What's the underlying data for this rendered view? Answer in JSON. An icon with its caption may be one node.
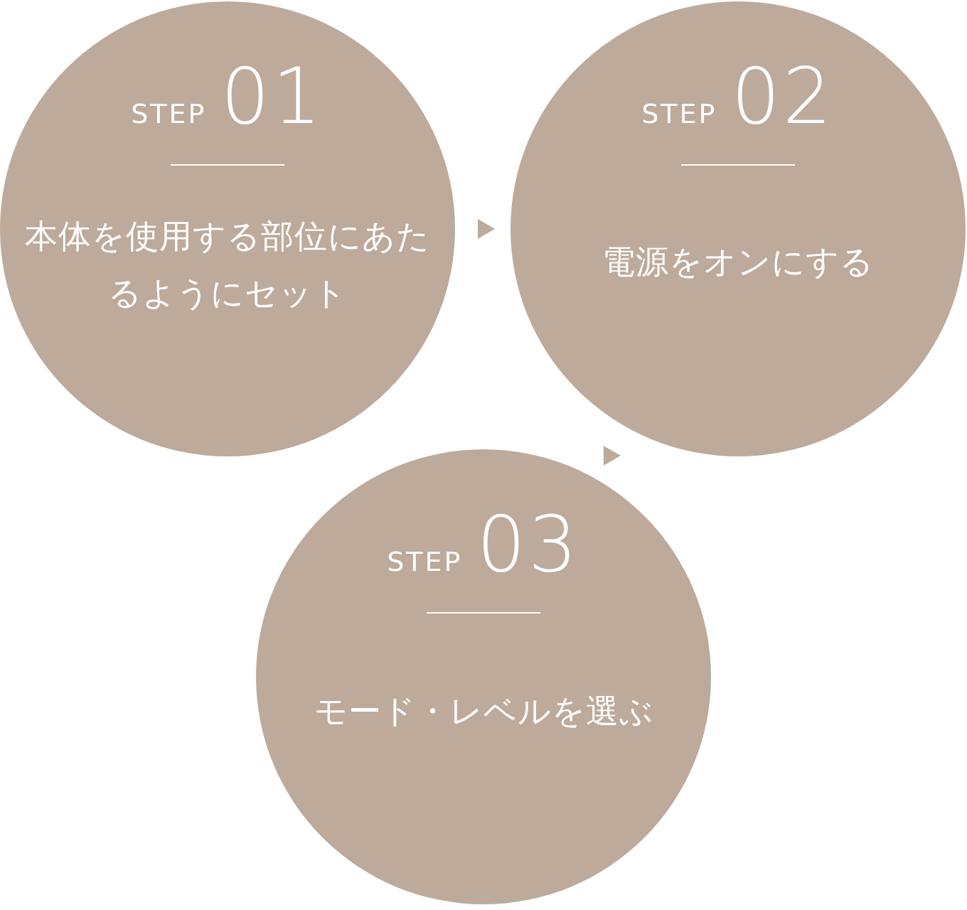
{
  "diagram": {
    "nodes": [
      {
        "text": [
          "STEP",
          "01",
          "本体を使用する部位にあたるようにセット"
        ]
      },
      {
        "text": [
          "STEP",
          "02",
          "電源をオンにする"
        ]
      },
      {
        "text": [
          "STEP",
          "03",
          "モード・レベルを選ぶ"
        ]
      }
    ],
    "edges": [
      {
        "from": 0,
        "to": 1,
        "arrow": "to"
      },
      {
        "from": 1,
        "to": 2,
        "arrow": "to"
      }
    ]
  }
}
